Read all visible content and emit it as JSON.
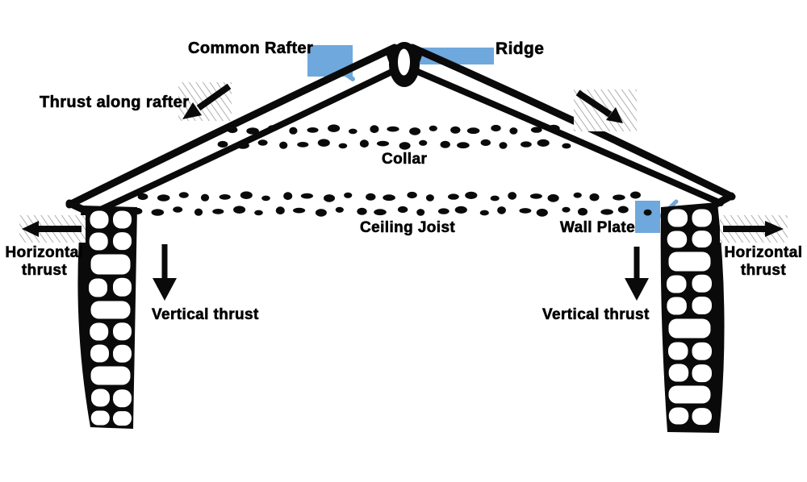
{
  "diagram": {
    "type": "roof-structure-cross-section",
    "labels": {
      "common_rafter": "Common Rafter",
      "ridge": "Ridge",
      "thrust_along_rafter": "Thrust along rafter",
      "collar": "Collar",
      "ceiling_joist": "Ceiling Joist",
      "wall_plate": "Wall Plate",
      "horizontal_thrust_line1": "Horizontal",
      "horizontal_thrust_line2": "thrust",
      "vertical_thrust": "Vertical thrust"
    },
    "colors": {
      "ink": "#0a0a0a",
      "highlight_blue": "#6fa8dc",
      "hatch_gray": "#9a9a9a",
      "background": "#ffffff"
    }
  }
}
